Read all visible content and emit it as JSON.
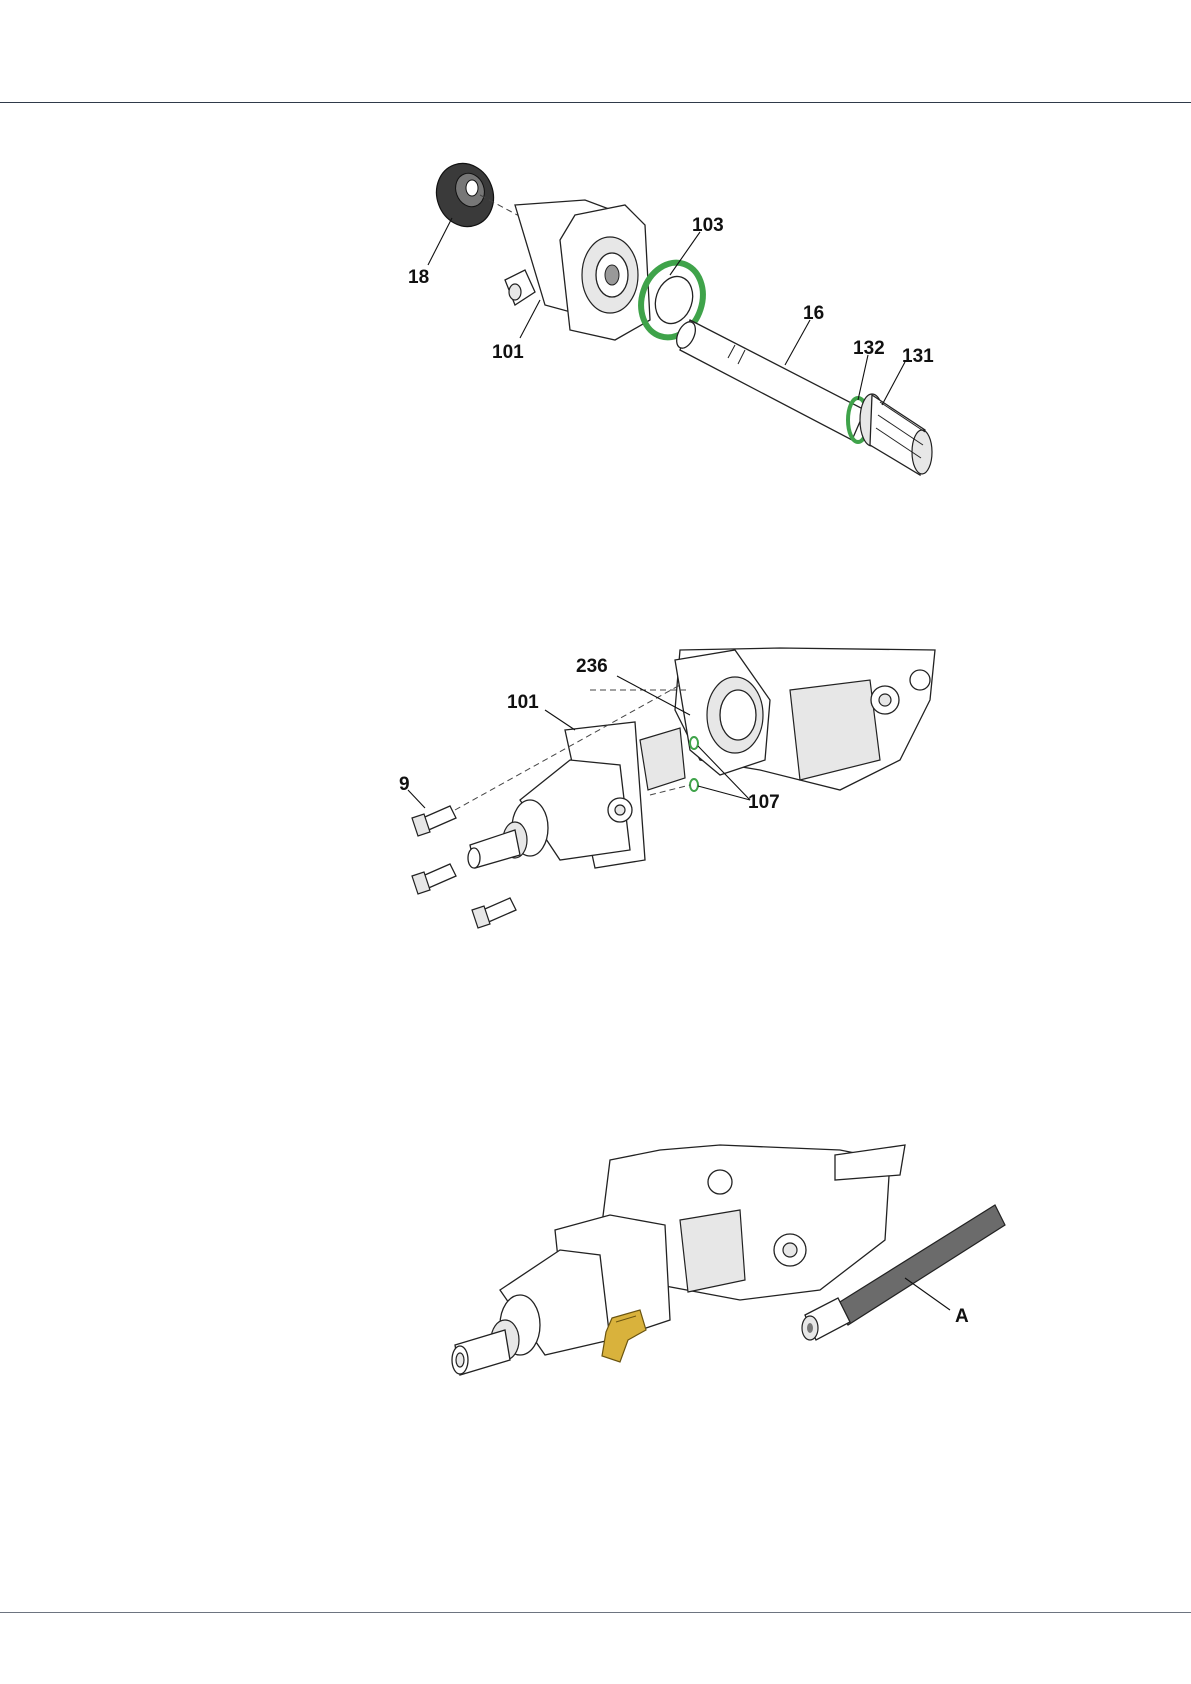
{
  "colors": {
    "header_rule": "#2f3a4a",
    "seal_green": "#3fa34a",
    "fitting_gold": "#d9b23c",
    "hose_gray": "#6b6b6b"
  },
  "figure1": {
    "callouts": {
      "c18": "18",
      "c101": "101",
      "c103": "103",
      "c16": "16",
      "c132": "132",
      "c131": "131"
    }
  },
  "figure2": {
    "callouts": {
      "c236": "236",
      "c101": "101",
      "c9": "9",
      "c107": "107"
    }
  },
  "figure3": {
    "callouts": {
      "cA": "A"
    }
  }
}
